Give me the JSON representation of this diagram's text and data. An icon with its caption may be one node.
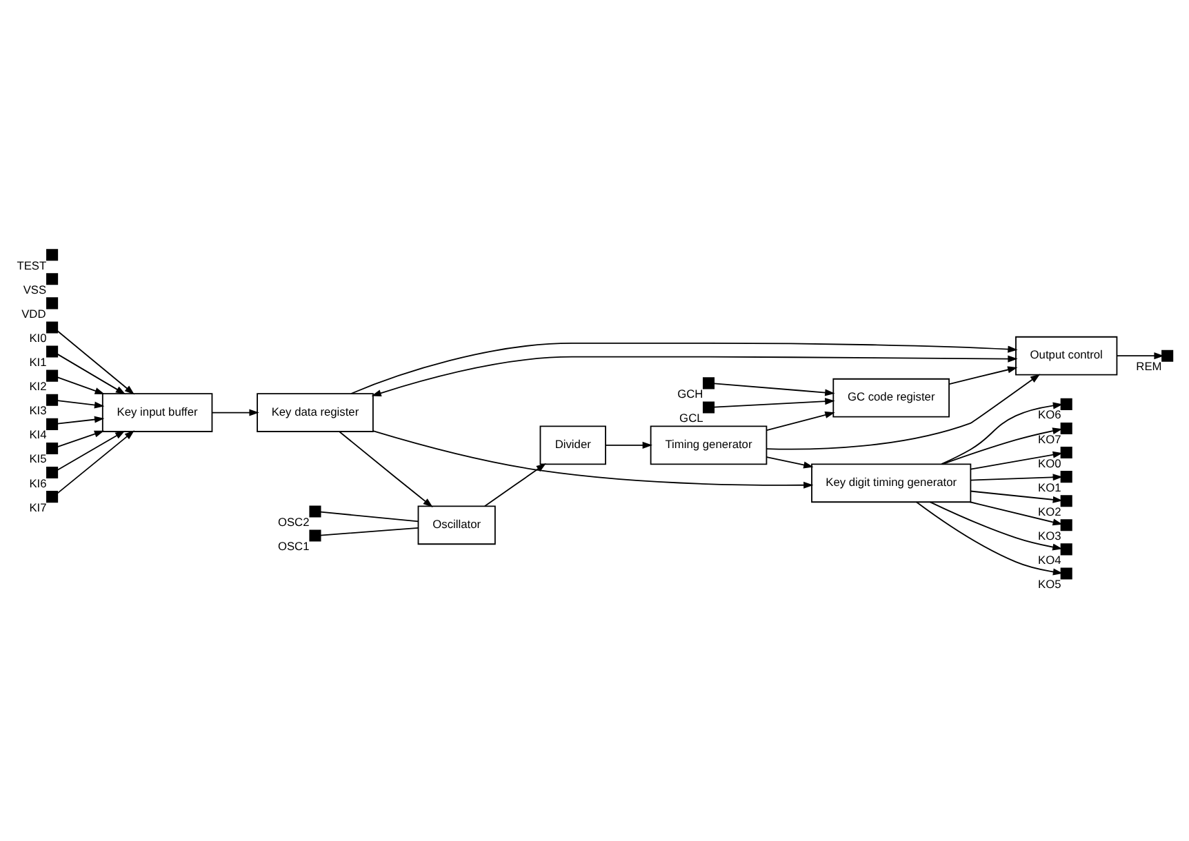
{
  "diagram": {
    "nodes": [
      {
        "text": [],
        "shape": "box",
        "beside": [
          "OSC1"
        ]
      },
      {
        "text": [],
        "shape": "box",
        "beside": [
          "OSC2"
        ]
      },
      {
        "text": [
          "Oscillator"
        ]
      },
      {
        "text": [
          "Divider"
        ]
      },
      {
        "text": [
          "Timing generator"
        ]
      },
      {
        "text": [],
        "shape": "box",
        "beside": [
          "VDD"
        ]
      },
      {
        "text": [],
        "shape": "box",
        "beside": [
          "VSS"
        ]
      },
      {
        "text": [],
        "shape": "box",
        "beside": [
          "TEST"
        ]
      },
      {
        "text": [],
        "shape": "box",
        "beside": [
          "KI0"
        ]
      },
      {
        "text": [],
        "shape": "box",
        "beside": [
          "KI1"
        ]
      },
      {
        "text": [],
        "shape": "box",
        "beside": [
          "KI2"
        ]
      },
      {
        "text": [],
        "shape": "box",
        "beside": [
          "KI3"
        ]
      },
      {
        "text": [],
        "shape": "box",
        "beside": [
          "KI4"
        ]
      },
      {
        "text": [],
        "shape": "box",
        "beside": [
          "KI5"
        ]
      },
      {
        "text": [],
        "shape": "box",
        "beside": [
          "KI6"
        ]
      },
      {
        "text": [],
        "shape": "box",
        "beside": [
          "KI7"
        ]
      },
      {
        "text": [
          "Key input buffer"
        ]
      },
      {
        "text": [
          "Key data register"
        ]
      },
      {
        "text": [
          "Output control"
        ]
      },
      {
        "text": [],
        "shape": "box",
        "beside": [
          "REM"
        ]
      },
      {
        "text": [
          "Key digit timing generator"
        ]
      },
      {
        "text": [
          "GC code register"
        ]
      },
      {
        "text": [],
        "shape": "box",
        "beside": [
          "KO0"
        ]
      },
      {
        "text": [],
        "shape": "box",
        "beside": [
          "KO1"
        ]
      },
      {
        "text": [],
        "shape": "box",
        "beside": [
          "KO2"
        ]
      },
      {
        "text": [],
        "shape": "box",
        "beside": [
          "KO3"
        ]
      },
      {
        "text": [],
        "shape": "box",
        "beside": [
          "KO4"
        ]
      },
      {
        "text": [],
        "shape": "box",
        "beside": [
          "KO5"
        ]
      },
      {
        "text": [],
        "shape": "box",
        "beside": [
          "KO6"
        ]
      },
      {
        "text": [],
        "shape": "box",
        "beside": [
          "KO7"
        ]
      },
      {
        "text": [],
        "shape": "box",
        "beside": [
          "GCL"
        ]
      },
      {
        "text": [],
        "shape": "box",
        "beside": [
          "GCH"
        ]
      }
    ],
    "edges": [
      {
        "from": 0,
        "to": 2,
        "arrow": "none"
      },
      {
        "from": 1,
        "to": 2,
        "arrow": "none"
      },
      {
        "from": 2,
        "to": 3,
        "arrow": "to"
      },
      {
        "from": 3,
        "to": 4,
        "arrow": "to"
      },
      {
        "from": 4,
        "to": 18,
        "arrow": "to"
      },
      {
        "from": 4,
        "to": 20,
        "arrow": "to"
      },
      {
        "from": 4,
        "to": 21,
        "arrow": "to"
      },
      {
        "from": 17,
        "to": 2,
        "arrow": "to"
      },
      {
        "from": 8,
        "to": 16,
        "arrow": "to"
      },
      {
        "from": 9,
        "to": 16,
        "arrow": "to"
      },
      {
        "from": 10,
        "to": 16,
        "arrow": "to"
      },
      {
        "from": 11,
        "to": 16,
        "arrow": "to"
      },
      {
        "from": 12,
        "to": 16,
        "arrow": "to"
      },
      {
        "from": 13,
        "to": 16,
        "arrow": "to"
      },
      {
        "from": 14,
        "to": 16,
        "arrow": "to"
      },
      {
        "from": 15,
        "to": 16,
        "arrow": "to"
      },
      {
        "from": 16,
        "to": 17,
        "arrow": "to"
      },
      {
        "from": 17,
        "to": 18,
        "arrow": "both"
      },
      {
        "from": 17,
        "to": 18,
        "arrow": "to"
      },
      {
        "from": 17,
        "to": 20,
        "arrow": "to"
      },
      {
        "from": 18,
        "to": 19,
        "arrow": "to"
      },
      {
        "from": 21,
        "to": 18,
        "arrow": "to"
      },
      {
        "from": 20,
        "to": 22,
        "arrow": "to"
      },
      {
        "from": 20,
        "to": 23,
        "arrow": "to"
      },
      {
        "from": 20,
        "to": 24,
        "arrow": "to"
      },
      {
        "from": 20,
        "to": 25,
        "arrow": "to"
      },
      {
        "from": 20,
        "to": 26,
        "arrow": "to"
      },
      {
        "from": 20,
        "to": 27,
        "arrow": "to"
      },
      {
        "from": 20,
        "to": 28,
        "arrow": "to"
      },
      {
        "from": 20,
        "to": 29,
        "arrow": "to"
      },
      {
        "from": 30,
        "to": 21,
        "arrow": "to"
      },
      {
        "from": 31,
        "to": 21,
        "arrow": "to"
      }
    ]
  }
}
